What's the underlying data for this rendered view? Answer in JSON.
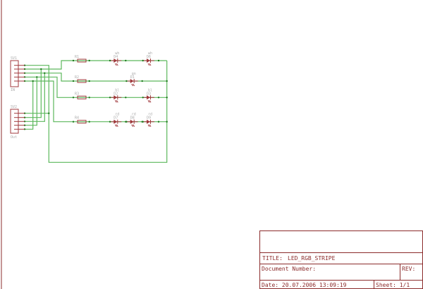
{
  "schematic": {
    "connectors": [
      {
        "name": "SV1",
        "value": "IN"
      },
      {
        "name": "SV2",
        "value": "Out"
      }
    ],
    "resistors": [
      "R1",
      "R2",
      "R3",
      "R4"
    ],
    "leds": [
      {
        "name": "D4",
        "value": "wh"
      },
      {
        "name": "D6",
        "value": "wh"
      },
      {
        "name": "D1",
        "value": "gn"
      },
      {
        "name": "D2",
        "value": "bl"
      },
      {
        "name": "D3",
        "value": "bl"
      },
      {
        "name": "D7",
        "value": "rd"
      },
      {
        "name": "D8",
        "value": "rd"
      },
      {
        "name": "D9",
        "value": "rd"
      }
    ]
  },
  "title_block": {
    "title_label": "TITLE:",
    "title_value": "LED_RGB_STRIPE",
    "doc_number_label": "Document Number:",
    "rev_label": "REV:",
    "date_label": "Date: 20.07.2006 13:09:19",
    "sheet_label": "Sheet: 1/1"
  },
  "colors": {
    "frame": "#8b2b2b",
    "wire": "#5cb85c",
    "part": "#a0383c"
  }
}
